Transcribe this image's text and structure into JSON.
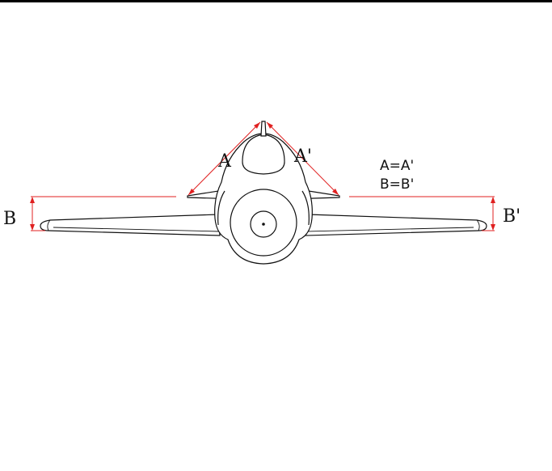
{
  "labels": {
    "a": "A",
    "a_prime": "A'",
    "b": "B",
    "b_prime": "B'",
    "eq_a": "A=A'",
    "eq_b": "B=B'"
  },
  "colors": {
    "outline": "#111111",
    "dimension": "#e02020",
    "background": "#ffffff"
  }
}
